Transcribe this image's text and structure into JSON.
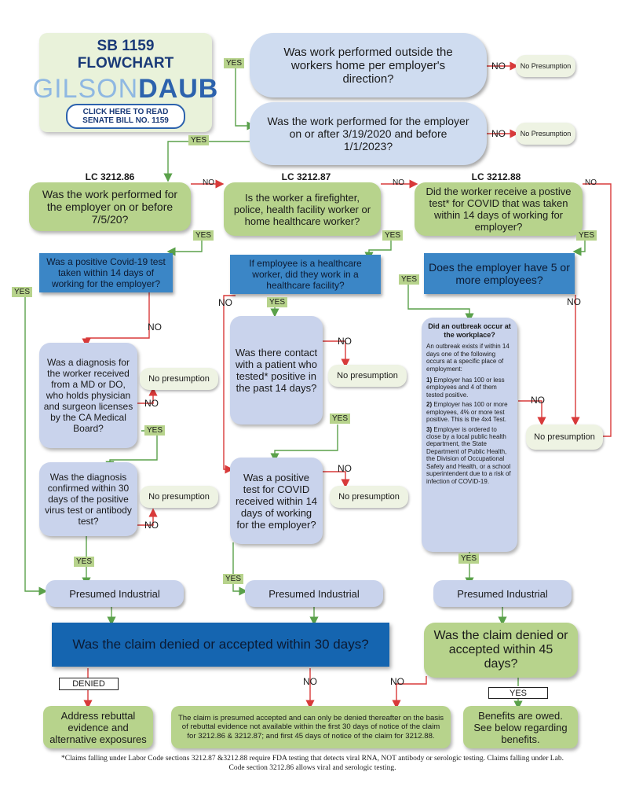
{
  "logo": {
    "line1": "SB 1159",
    "line2": "FLOWCHART",
    "brand_left": "GILSON",
    "brand_right": "DAUB",
    "link_line1": "CLICK HERE TO READ",
    "link_line2": "SENATE BILL NO. 1159"
  },
  "top": {
    "q1": "Was work performed outside the workers home per employer's direction?",
    "q2": "Was the work performed for the employer on or after 3/19/2020 and before 1/1/2023?",
    "no_presumption": "No Presumption"
  },
  "labels": {
    "yes": "YES",
    "no": "NO",
    "denied": "DENIED"
  },
  "col1": {
    "code": "LC 3212.86",
    "q1": "Was the work performed for the employer on or before 7/5/20?",
    "q2": "Was a positive Covid-19 test taken within 14 days of working for the employer?",
    "q3": "Was a diagnosis for the worker received from a MD or DO, who holds physician and surgeon licenses by the CA Medical Board?",
    "q4": "Was the diagnosis confirmed within 30 days of the positive virus test or antibody test?",
    "no_presumption": "No presumption"
  },
  "col2": {
    "code": "LC 3212.87",
    "q1": "Is the worker a firefighter, police, health facility worker or home healthcare worker?",
    "q2": "If employee is a healthcare worker, did they work in a healthcare facility?",
    "q3": "Was there contact with a patient who tested* positive in the past 14 days?",
    "q4": "Was a positive test for COVID received within 14 days of working for the employer?",
    "no_presumption": "No presumption"
  },
  "col3": {
    "code": "LC 3212.88",
    "q1": "Did the worker receive a postive test* for COVID that was taken within 14 days of working for employer?",
    "q2": "Does the employer have 5 or more employees?",
    "outbreak_title": "Did an outbreak occur at the workplace?",
    "outbreak_intro": "An outbreak exists if within 14 days one of the following occurs at a specific place of employment:",
    "outbreak_1_num": "1)",
    "outbreak_1": "Employer has 100 or less employees and 4 of them tested positive.",
    "outbreak_2_num": "2)",
    "outbreak_2": "Employer has 100 or more employees, 4% or more test positive. This is the 4x4 Test.",
    "outbreak_3_num": "3)",
    "outbreak_3": "Employer is ordered to close by a local public health department, the State Department of Public Health, the Division of Occupational Safety and Health, or a school superintendent due to a risk of infection of COVID-19.",
    "no_presumption": "No presumption"
  },
  "presumed": "Presumed Industrial",
  "claims": {
    "q30": "Was the claim denied or accepted within 30 days?",
    "q45": "Was the claim denied or accepted within 45 days?"
  },
  "outcomes": {
    "rebuttal": "Address rebuttal evidence and alternative exposures",
    "presumed_accepted": "The claim is presumed accepted and can only be denied thereafter on the basis of rebuttal evidence not available within the first 30 days of notice of the claim for 3212.86 & 3212.87; and first 45 days of notice of the claim for 3212.88.",
    "benefits": "Benefits are owed. See below regarding benefits."
  },
  "footnote": "*Claims falling under Labor Code sections 3212.87 &3212.88 require FDA testing that detects viral RNA, NOT antibody or serologic testing. Claims falling under Lab. Code section 3212.86 allows viral and serologic testing.",
  "colors": {
    "green": "#b7d38c",
    "blue": "#cfdcf0",
    "teal": "#3b86c6",
    "dark_blue": "#1565b0",
    "red_arrow": "#d83a3a",
    "green_arrow": "#5aa14a"
  }
}
